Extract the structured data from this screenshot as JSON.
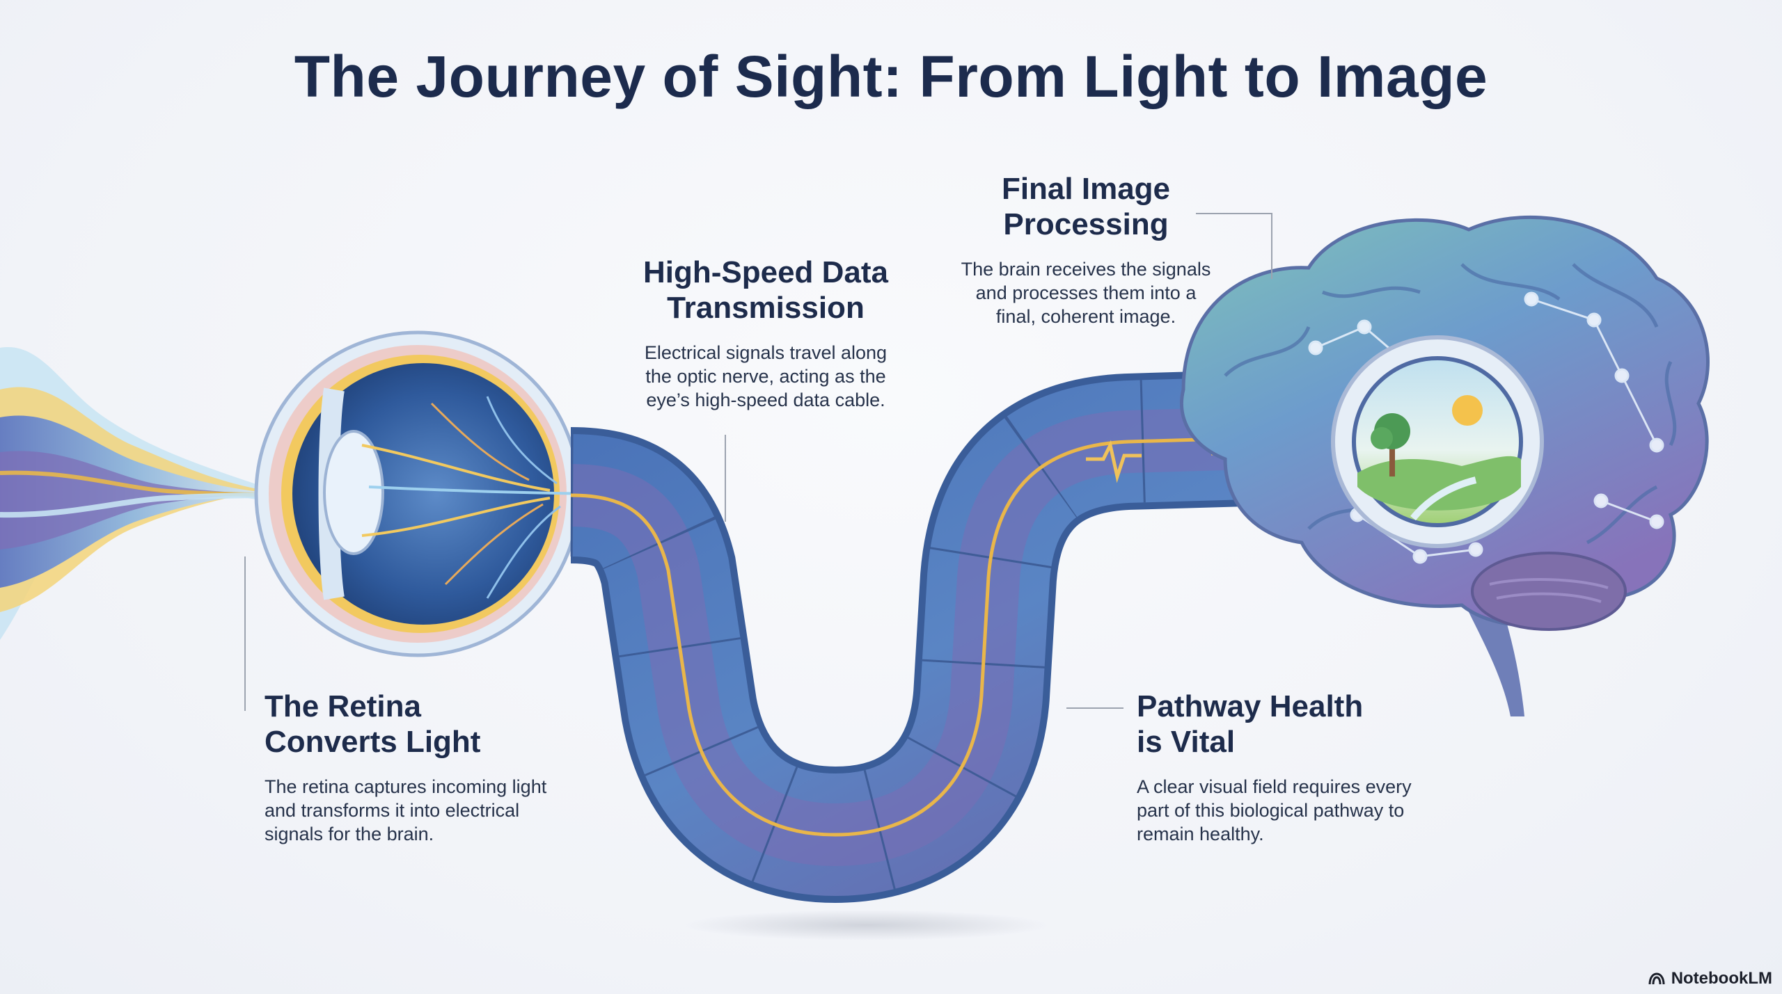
{
  "title": "The Journey of Sight: From Light to Image",
  "sections": {
    "retina": {
      "heading_line1": "The Retina",
      "heading_line2": "Converts Light",
      "body_line1": "The retina captures incoming light",
      "body_line2": "and transforms it into electrical",
      "body_line3": "signals for the brain."
    },
    "transmission": {
      "heading_line1": "High-Speed Data",
      "heading_line2": "Transmission",
      "body_line1": "Electrical signals travel along",
      "body_line2": "the optic nerve, acting as the",
      "body_line3": "eye’s high-speed data cable."
    },
    "processing": {
      "heading_line1": "Final Image",
      "heading_line2": "Processing",
      "body_line1": "The brain receives the signals",
      "body_line2": "and processes them into a",
      "body_line3": "final, coherent image."
    },
    "health": {
      "heading_line1": "Pathway Health",
      "heading_line2": "is Vital",
      "body_line1": "A clear visual field requires every",
      "body_line2": "part of this biological pathway to",
      "body_line3": "remain healthy."
    }
  },
  "brand": {
    "label": "NotebookLM",
    "icon": "notebooklm-logo-icon"
  },
  "illustration": {
    "icons": [
      "light-waves-icon",
      "eye-cross-section-icon",
      "optic-nerve-cable-icon",
      "brain-icon",
      "landscape-image-icon"
    ],
    "colors": {
      "title": "#1c2b4d",
      "cable_blue": "#4f7cc0",
      "cable_purple": "#7867ad",
      "signal_gold": "#e9b64a",
      "brain_teal": "#72b6b2",
      "brain_purple": "#8a79bf"
    }
  }
}
